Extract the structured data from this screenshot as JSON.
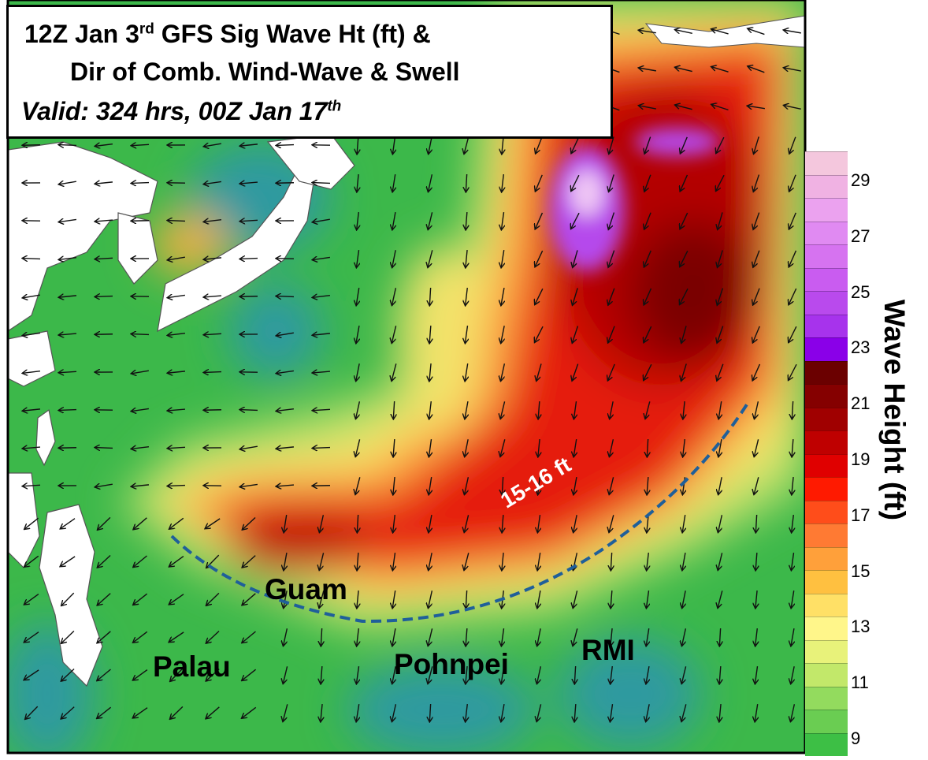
{
  "title": {
    "line1_a": "12Z Jan 3",
    "line1_sup": "rd",
    "line1_b": " GFS Sig Wave Ht (ft) &",
    "line2": "Dir of Comb. Wind-Wave & Swell",
    "line3_a": "Valid: 324 hrs, 00Z Jan 17",
    "line3_sup": "th"
  },
  "colorbar": {
    "title": "Wave Height (ft)",
    "tick_labels": [
      "29",
      "27",
      "25",
      "23",
      "21",
      "19",
      "17",
      "15",
      "13",
      "11",
      "9"
    ],
    "colors": [
      "#f4c7dd",
      "#f0b2e3",
      "#eba2ef",
      "#e08af2",
      "#d673f0",
      "#c95cf0",
      "#b94aed",
      "#a733ec",
      "#8a00e8",
      "#6b0000",
      "#850000",
      "#a00000",
      "#bf0000",
      "#e00000",
      "#ff1a00",
      "#ff4d1a",
      "#ff7a33",
      "#ffa03a",
      "#ffc040",
      "#ffe066",
      "#fff68a",
      "#e8f27a",
      "#c2e86a",
      "#93db5e",
      "#6acd52",
      "#3dbf45"
    ]
  },
  "places": {
    "guam": "Guam",
    "palau": "Palau",
    "pohnpei": "Pohnpei",
    "rmi": "RMI"
  },
  "annotation": {
    "contour_label": "15-16 ft",
    "contour_color": "#1f5f9a"
  }
}
